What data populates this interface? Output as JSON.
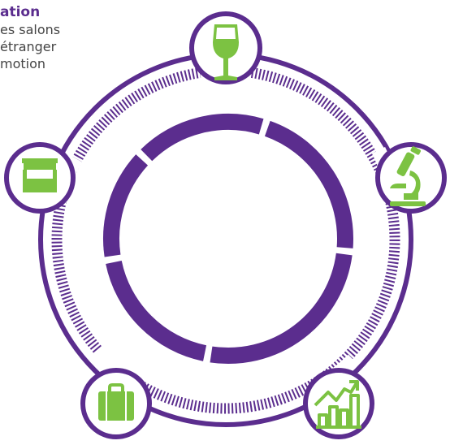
{
  "text_block": {
    "title": "ation",
    "lines": [
      "es salons",
      "étranger",
      "motion"
    ]
  },
  "colors": {
    "purple": "#5b2d8e",
    "green": "#7cc242",
    "white": "#ffffff",
    "text": "#444444"
  },
  "nodes": [
    {
      "name": "wine-glass-node",
      "icon": "wine-glass-icon"
    },
    {
      "name": "microscope-node",
      "icon": "microscope-icon"
    },
    {
      "name": "growth-chart-node",
      "icon": "growth-chart-icon"
    },
    {
      "name": "briefcase-node",
      "icon": "briefcase-icon"
    },
    {
      "name": "market-stall-node",
      "icon": "market-stall-icon"
    }
  ]
}
